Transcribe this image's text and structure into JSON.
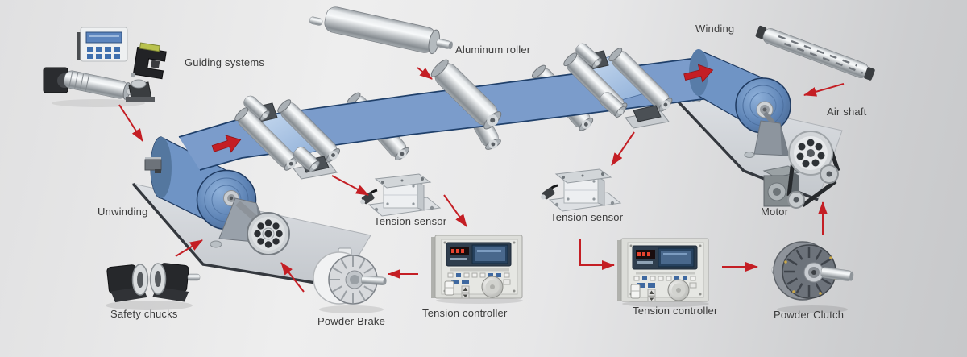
{
  "labels": {
    "guiding_systems": "Guiding systems",
    "aluminum_roller": "Aluminum roller",
    "winding": "Winding",
    "air_shaft": "Air shaft",
    "unwinding": "Unwinding",
    "tension_sensor_left": "Tension sensor",
    "tension_sensor_right": "Tension sensor",
    "motor": "Motor",
    "safety_chucks": "Safety chucks",
    "powder_brake": "Powder Brake",
    "tension_controller_left": "Tension controller",
    "tension_controller_right": "Tension controller",
    "powder_clutch": "Powder Clutch"
  },
  "colors": {
    "background_start": "#eeeeee",
    "background_end": "#c7c8ca",
    "web_blue": "#7b9ccb",
    "web_edge": "#20406a",
    "arrow_red": "#c41e24",
    "platform_gray": "#d6d9dd",
    "label_text": "#3b3b3b"
  }
}
